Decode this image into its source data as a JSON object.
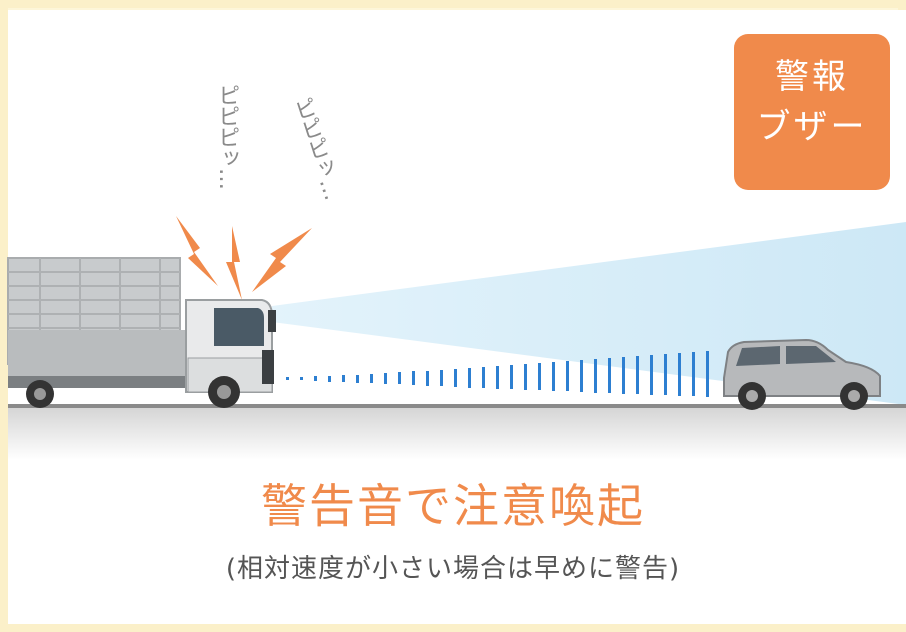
{
  "badge": {
    "line1": "警報",
    "line2": "ブザー"
  },
  "beep": {
    "left": "ピピピッ…",
    "right": "ピピピッ…"
  },
  "caption": {
    "title": "警告音で注意喚起",
    "subtitle": "(相対速度が小さい場合は早めに警告)"
  },
  "colors": {
    "accent": "#f08a4b",
    "sensor_beam": "#cfe9f7",
    "radar_bars": "#2d7fd1",
    "road": "#8f8f8f"
  }
}
